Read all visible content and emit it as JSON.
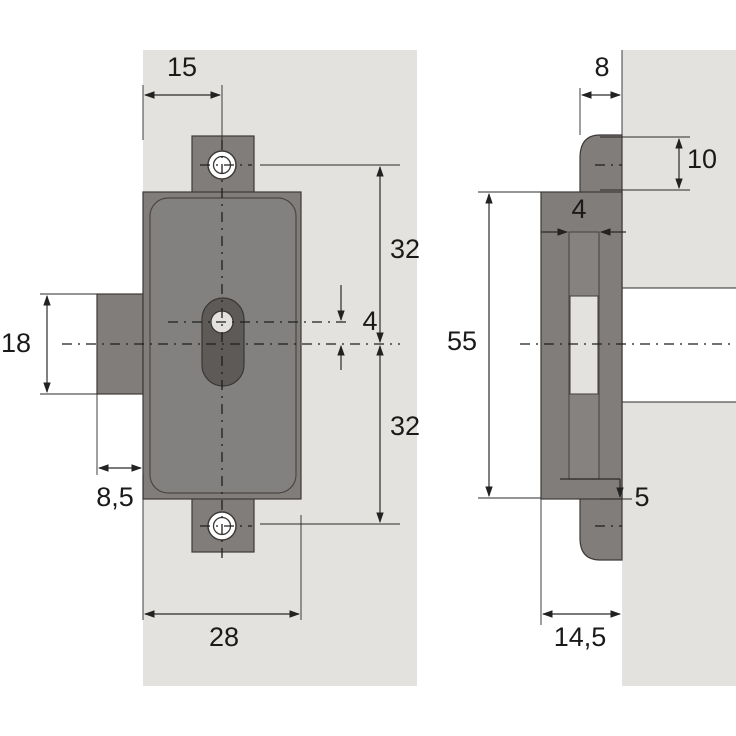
{
  "colors": {
    "panel": "#e4e2de",
    "lock_body": "#807d7b",
    "lock_edge": "#3d3a38",
    "slot": "#5e5a58",
    "background": "#ffffff",
    "lines": "#222222"
  },
  "front_view": {
    "dim_width_top": "15",
    "dim_height_bolt": "18",
    "dim_slot_offset": "4",
    "dim_upper_half": "32",
    "dim_lower_half": "32",
    "dim_bolt_projection": "8,5",
    "dim_body_width": "28"
  },
  "side_view": {
    "dim_flange": "8",
    "dim_tab_height": "10",
    "dim_bolt_width": "4",
    "dim_body_height": "55",
    "dim_bottom_gap": "5",
    "dim_depth": "14,5"
  }
}
